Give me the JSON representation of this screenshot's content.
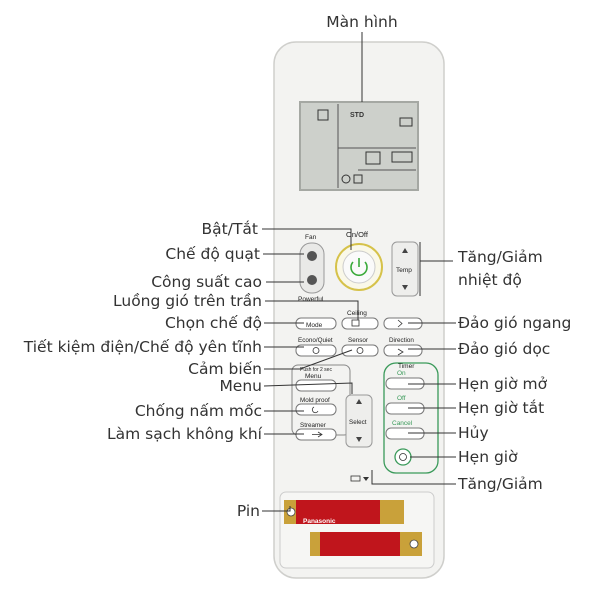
{
  "labels": {
    "man_hinh": "Màn hình",
    "bat_tat": "Bật/Tắt",
    "che_do_quat": "Chế độ quạt",
    "cong_suat_cao": "Công suất cao",
    "luong_gio": "Luồng gió trên trần",
    "chon_che_do": "Chọn chế độ",
    "tiet_kiem": "Tiết kiệm điện/Chế độ yên tĩnh",
    "cam_bien": "Cảm biến",
    "menu": "Menu",
    "chong_nam_moc": "Chống nấm mốc",
    "lam_sach": "Làm sạch không khí",
    "pin": "Pin",
    "tang_giam_nhiet_do_1": "Tăng/Giảm",
    "tang_giam_nhiet_do_2": "nhiệt độ",
    "dao_gio_ngang": "Đảo gió ngang",
    "dao_gio_doc": "Đảo gió dọc",
    "hen_gio_mo": "Hẹn giờ mở",
    "hen_gio_tat": "Hẹn giờ tắt",
    "huy": "Hủy",
    "hen_gio": "Hẹn giờ",
    "tang_giam": "Tăng/Giảm"
  },
  "remote": {
    "screen_text": "STD",
    "on_off": "On/Off",
    "fan": "Fan",
    "powerful": "Powerful",
    "temp": "Temp",
    "ceiling": "Ceiling",
    "mode": "Mode",
    "econo_quiet": "Econo/Quiet",
    "sensor": "Sensor",
    "direction": "Direction",
    "push_for_2sec": "Push for 2 sec",
    "menu": "Menu",
    "timer": "Timer",
    "on": "On",
    "off": "Off",
    "cancel": "Cancel",
    "mold_proof": "Mold proof",
    "streamer": "Streamer",
    "select": "Select",
    "battery_brand": "Panasonic"
  },
  "colors": {
    "timer_green": "#3a9a5a",
    "power_ring": "#d6c24a",
    "power_symbol": "#3aaa3a",
    "battery_red": "#c0151c",
    "battery_gold": "#c9a13a"
  }
}
